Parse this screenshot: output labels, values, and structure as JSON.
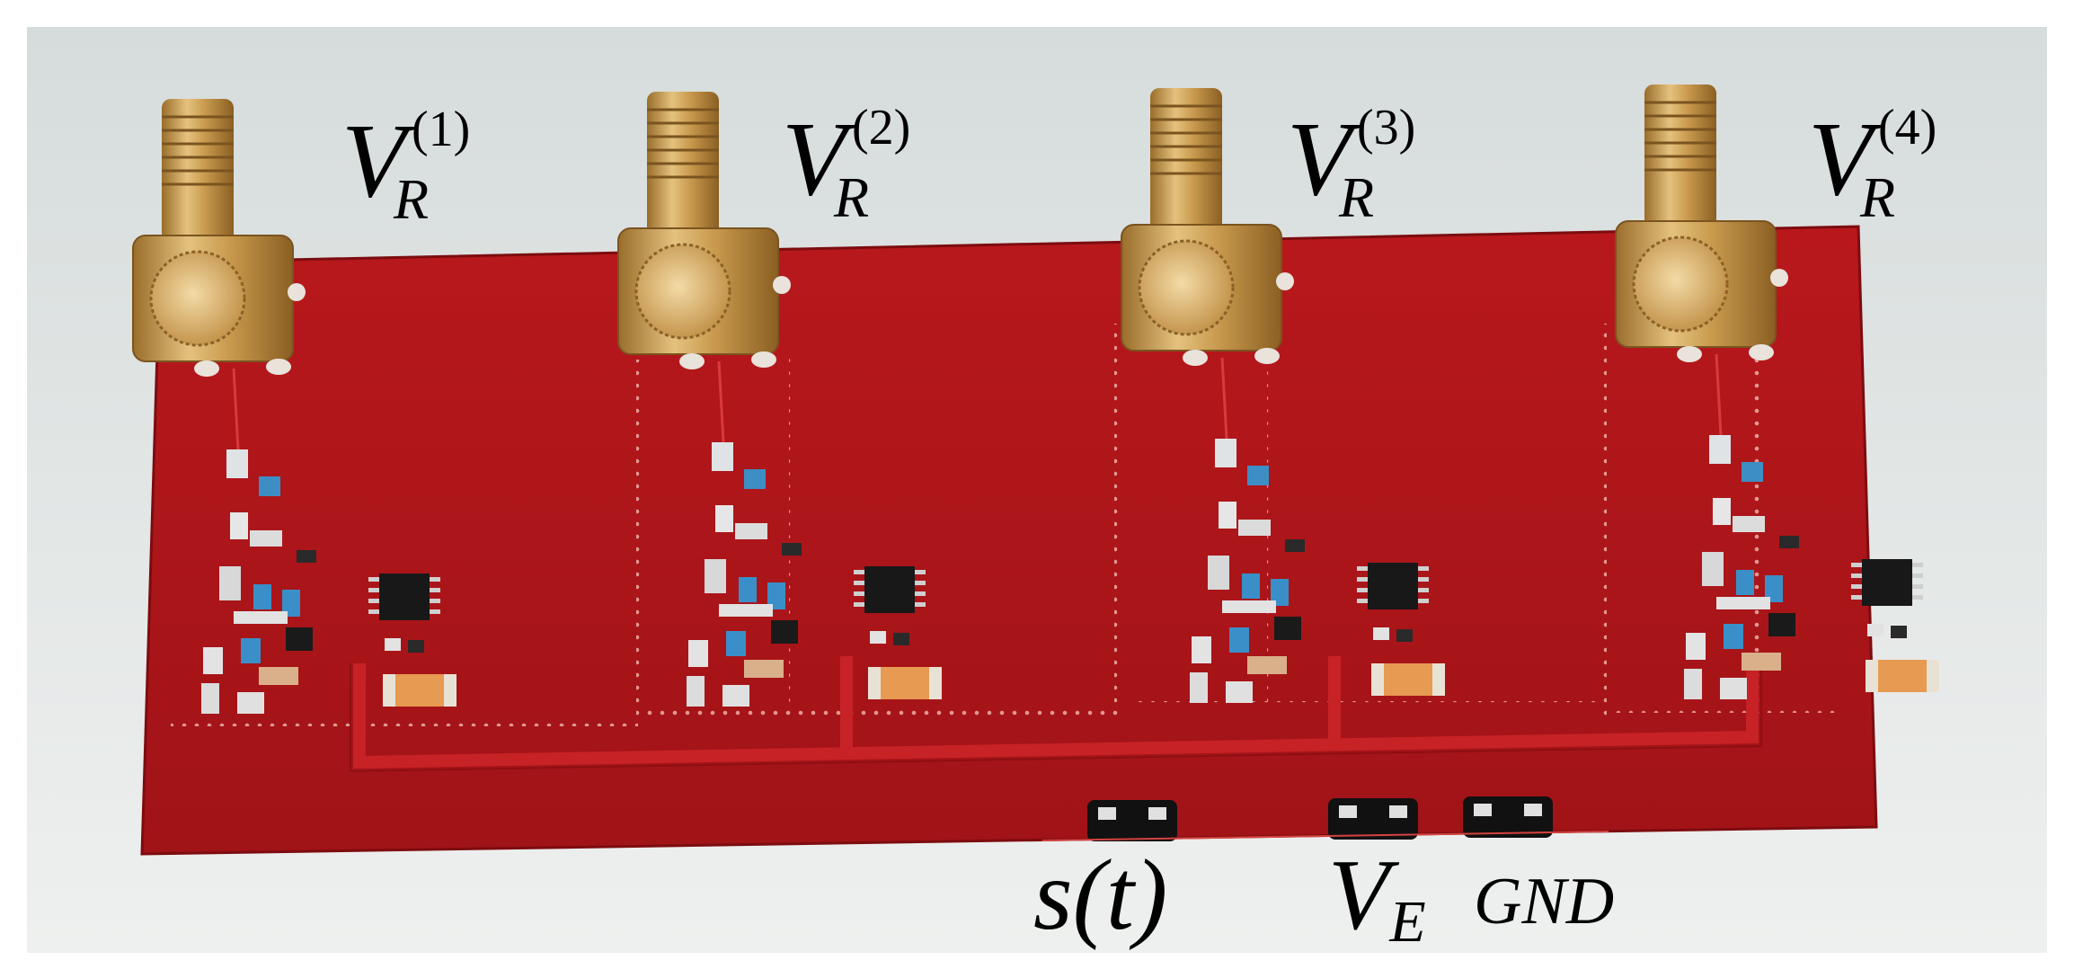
{
  "channels": [
    {
      "symbol": "V",
      "subscript": "R",
      "superscript": "(1)"
    },
    {
      "symbol": "V",
      "subscript": "R",
      "superscript": "(2)"
    },
    {
      "symbol": "V",
      "subscript": "R",
      "superscript": "(3)"
    },
    {
      "symbol": "V",
      "subscript": "R",
      "superscript": "(4)"
    }
  ],
  "pins": {
    "signal": "s(t)",
    "supply_symbol": "V",
    "supply_subscript": "E",
    "ground": "GND"
  },
  "colors": {
    "pcb": "#b3161a",
    "pcb_dark": "#8e0f12",
    "trace": "#c21c20",
    "connector_gold": "#c99a4e",
    "connector_light": "#e8c98a",
    "background": "#e3e7e6"
  }
}
